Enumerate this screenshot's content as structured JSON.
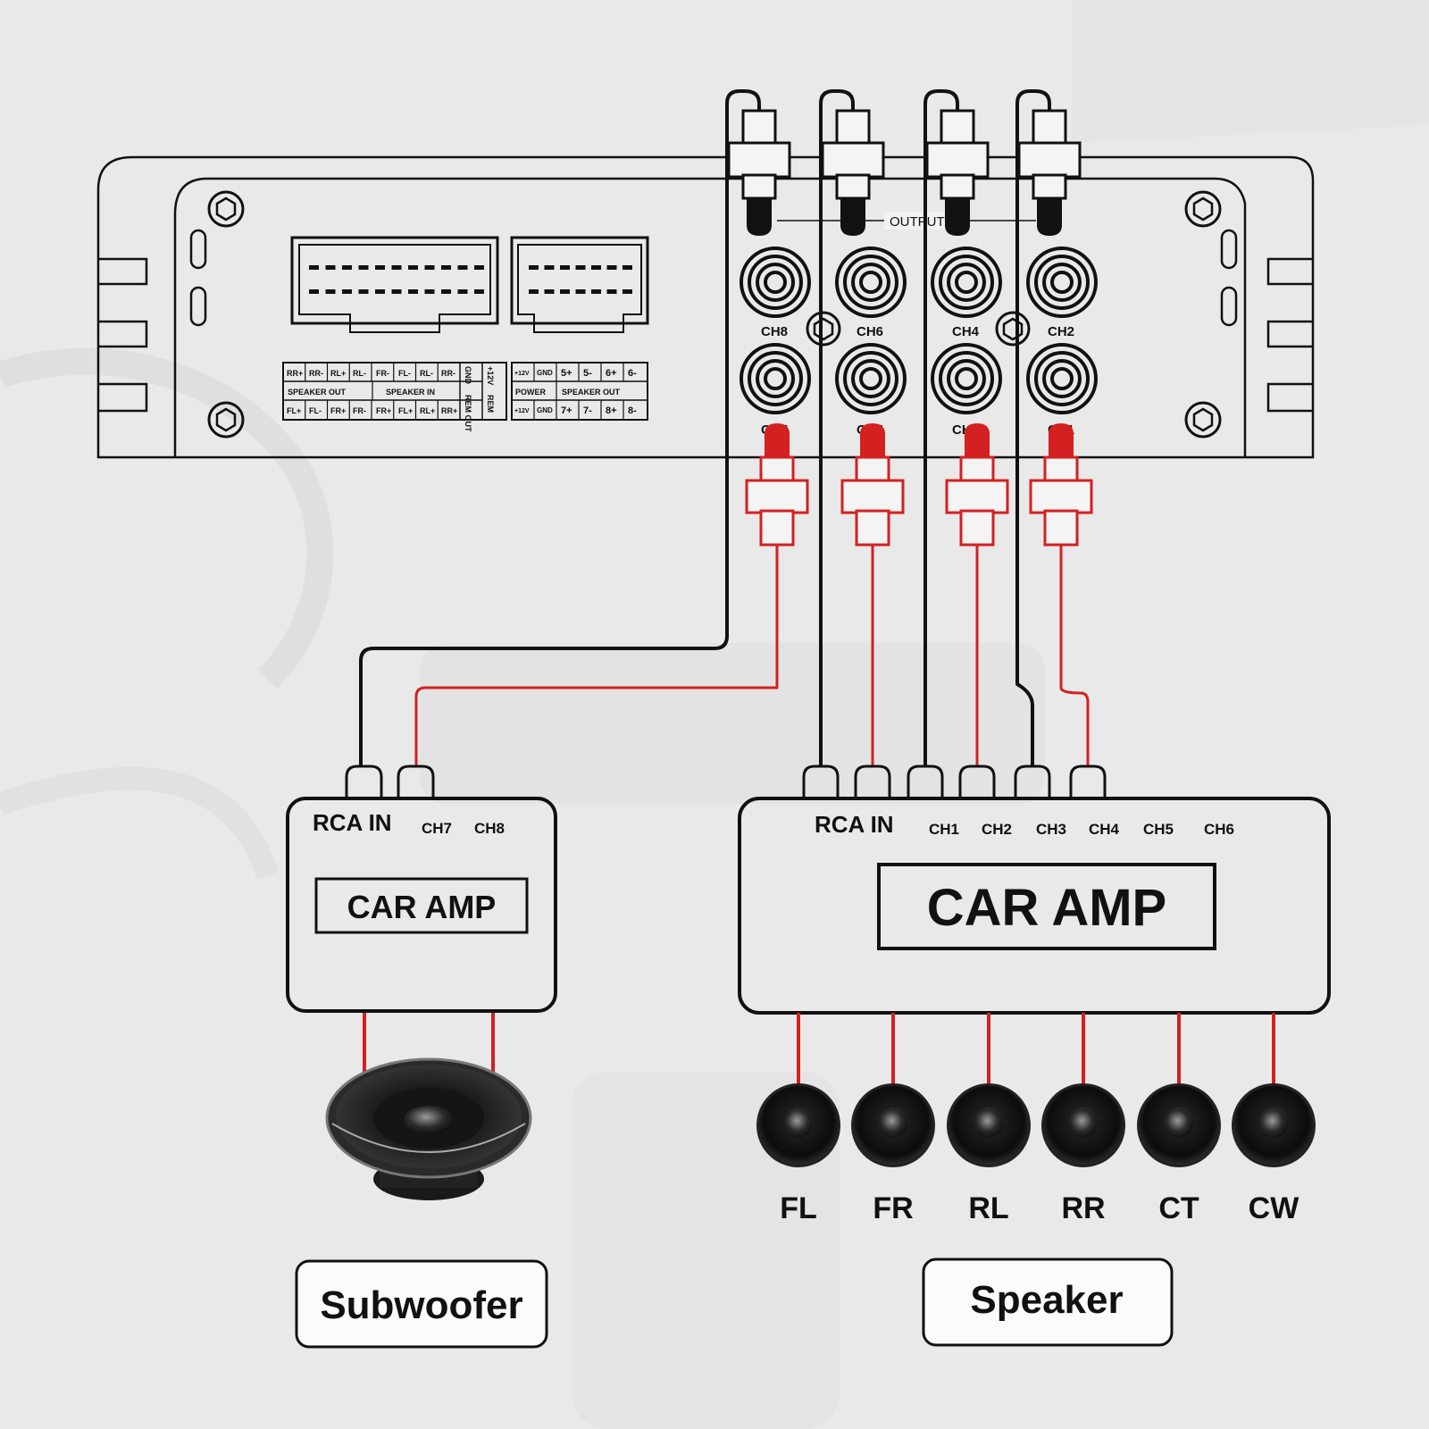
{
  "dsp": {
    "output_label": "OUTPUT",
    "rca_channels_top": [
      "CH8",
      "CH6",
      "CH4",
      "CH2"
    ],
    "rca_channels_bottom": [
      "CH7",
      "CH5",
      "CH3",
      "CH1"
    ],
    "left_connector": {
      "top_pins": [
        "RR+",
        "RR-",
        "RL+",
        "RL-",
        "FR-",
        "FL-",
        "RL-",
        "RR-"
      ],
      "group_speaker_out": "SPEAKER OUT",
      "group_speaker_in": "SPEAKER IN",
      "bottom_pins": [
        "FL+",
        "FL-",
        "FR+",
        "FR-",
        "FR+",
        "FL+",
        "RL+",
        "RR+"
      ],
      "gnd": "GND",
      "rem_out": "REM OUT",
      "plus12v": "+12V",
      "rem": "REM"
    },
    "right_connector": {
      "top_pins": [
        "+12V",
        "GND",
        "5+",
        "5-",
        "6+",
        "6-"
      ],
      "group_power": "POWER",
      "group_speaker_out": "SPEAKER OUT",
      "bottom_pins": [
        "+12V",
        "GND",
        "7+",
        "7-",
        "8+",
        "8-"
      ]
    }
  },
  "amp_small": {
    "rca_in": "RCA IN",
    "channels": [
      "CH7",
      "CH8"
    ],
    "title": "CAR AMP"
  },
  "amp_large": {
    "rca_in": "RCA IN",
    "channels": [
      "CH1",
      "CH2",
      "CH3",
      "CH4",
      "CH5",
      "CH6"
    ],
    "title": "CAR AMP"
  },
  "speakers": [
    "FL",
    "FR",
    "RL",
    "RR",
    "CT",
    "CW"
  ],
  "labels": {
    "subwoofer": "Subwoofer",
    "speaker": "Speaker"
  },
  "colors": {
    "wire_black": "#111111",
    "wire_red": "#d42020",
    "background": "#e9e9e9"
  }
}
